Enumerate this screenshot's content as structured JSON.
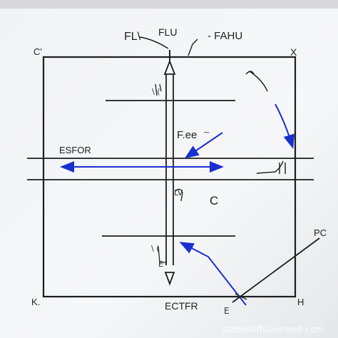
{
  "diagram": {
    "labels": {
      "top_left_a": "FL\\",
      "top_center": "FLU",
      "top_right": "- FAHU",
      "corner_top_left": "C'",
      "corner_top_right": "X",
      "corner_bottom_left": "K.",
      "corner_bottom_right": "H",
      "left_mid": "ESFOR",
      "center_mid": "F.ee",
      "center_mid_small": "~",
      "right_c": "C",
      "right_pc": "PC",
      "bottom_center": "ECTFR",
      "bottom_tick": "E",
      "mark_upper": "\\ (",
      "mark_lower": "\\ (",
      "mark_base": "E",
      "mark_mid": "LV"
    },
    "colors": {
      "paper": "#f4f5f7",
      "ink": "#1d1d1d",
      "arrow_blue": "#1a2fcf"
    }
  },
  "watermark": {
    "text": "stablediffusionweb.com"
  }
}
